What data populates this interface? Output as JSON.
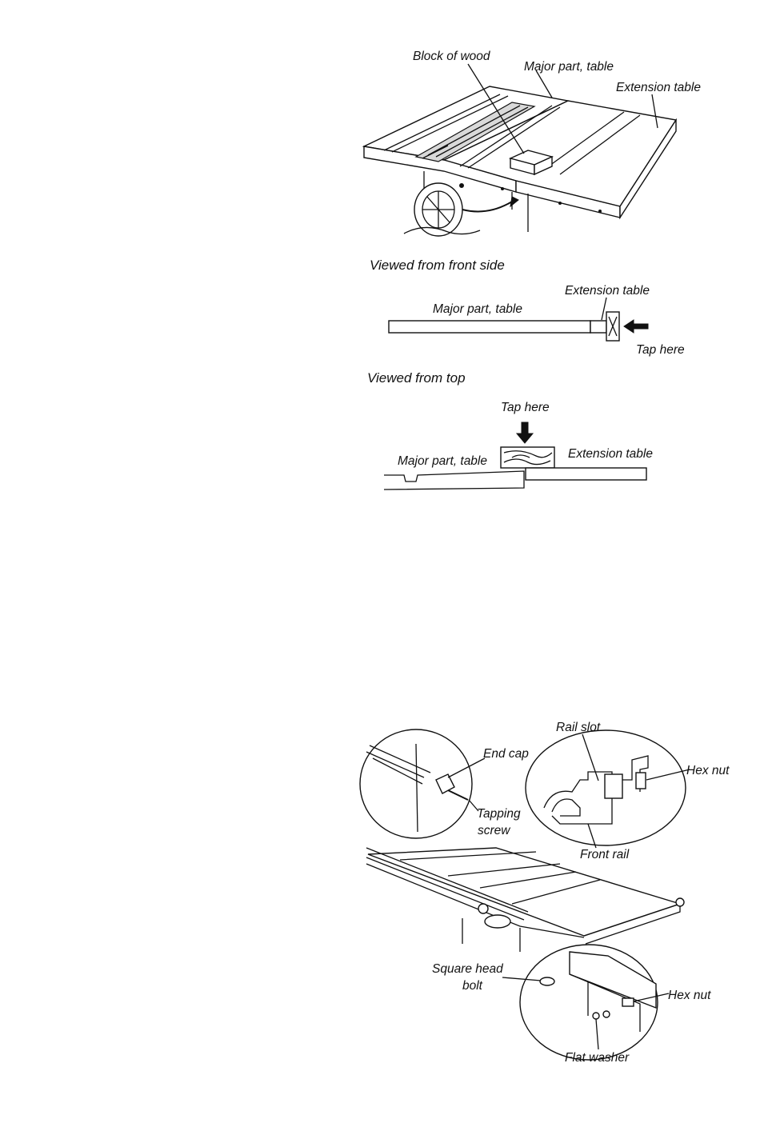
{
  "figure1": {
    "labels": {
      "block_of_wood": "Block of wood",
      "major_part_table": "Major part, table",
      "extension_table": "Extension table"
    }
  },
  "figure2": {
    "caption": "Viewed from front side",
    "labels": {
      "extension_table": "Extension table",
      "major_part_table": "Major part, table",
      "tap_here": "Tap here"
    }
  },
  "figure3": {
    "caption": "Viewed from top",
    "labels": {
      "tap_here": "Tap here",
      "major_part_table": "Major part, table",
      "extension_table": "Extension table"
    }
  },
  "figure4": {
    "labels": {
      "rail_slot": "Rail slot",
      "end_cap": "End cap",
      "hex_nut_top": "Hex nut",
      "tapping": "Tapping",
      "screw": "screw",
      "front_rail": "Front rail",
      "square_head": "Square head",
      "bolt": "bolt",
      "hex_nut_bottom": "Hex nut",
      "flat_washer": "Flat washer"
    }
  }
}
